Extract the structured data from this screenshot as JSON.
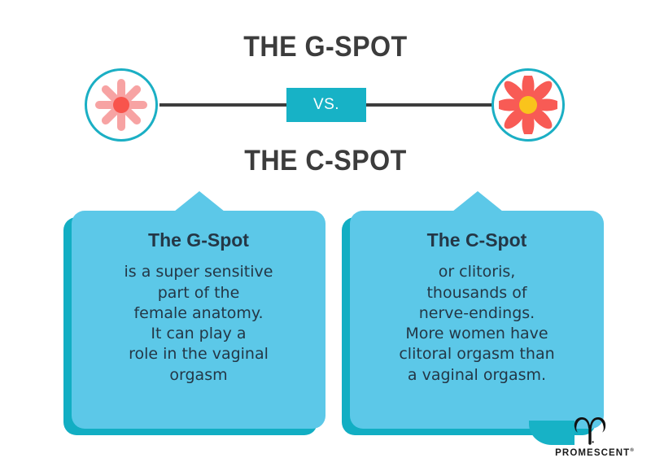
{
  "headings": {
    "top": "THE G-SPOT",
    "bottom": "THE C-SPOT"
  },
  "versus": {
    "badge_label": "VS.",
    "left_icon": "pale-pink-daisy-flower-icon",
    "right_icon": "red-coral-flower-icon"
  },
  "cards": [
    {
      "title": "The G-Spot",
      "body": "is a super sensitive\npart of the\nfemale anatomy.\nIt can play a\nrole in the vaginal\norgasm"
    },
    {
      "title": "The C-Spot",
      "body": "or clitoris,\nthousands of\nnerve-endings.\nMore women have\nclitoral orgasm than\na vaginal orgasm."
    }
  ],
  "brand": {
    "name": "PROMESCENT",
    "trademark": "®",
    "mark_icon": "aries-ram-logo-icon"
  },
  "colors": {
    "card_fill": "#5CC8E8",
    "card_shadow": "#12AEC3",
    "teal_accent": "#17B2C6",
    "circle_outline": "#1BAFC4",
    "title_text": "#3c3c3c",
    "card_text": "#243746",
    "connector_line": "#3d3d3d",
    "flower_left_petal": "#F7A3A3",
    "flower_left_center": "#F8544C",
    "flower_right_petal": "#F85B55",
    "flower_right_center": "#F9C41C",
    "background": "#ffffff"
  }
}
